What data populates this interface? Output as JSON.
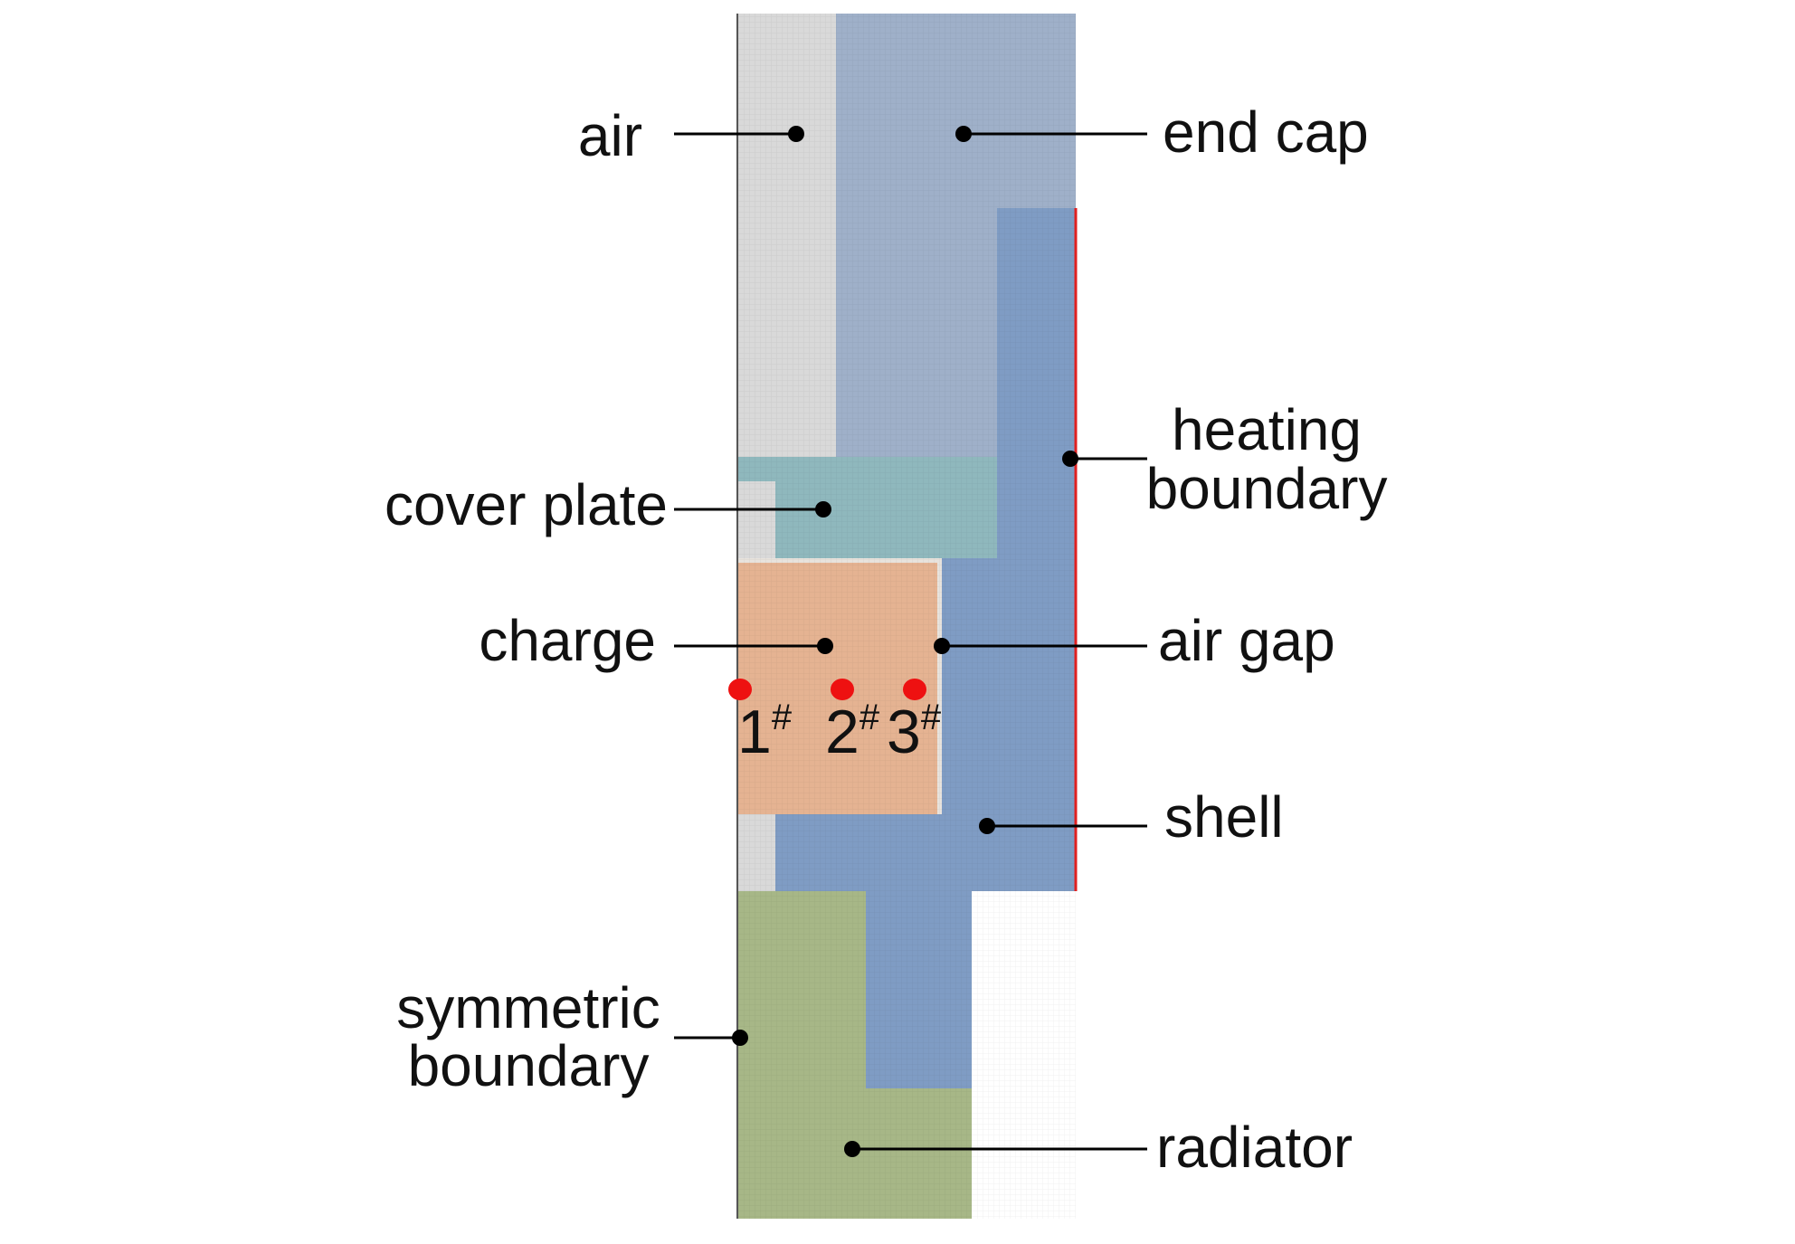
{
  "diagram": {
    "regions": {
      "air": {
        "color": "#d9d9d9"
      },
      "end_cap": {
        "color": "#9fb0c9"
      },
      "shell": {
        "color": "#7f9cc4"
      },
      "cover_plate": {
        "color": "#8fb8bd"
      },
      "charge": {
        "color": "#e5b392"
      },
      "air_gap": {
        "color": "#e8e3dd"
      },
      "radiator": {
        "color": "#a7b787"
      }
    },
    "heating_boundary_color": "#e02020",
    "callout_color": "#000000",
    "labels": {
      "air": "air",
      "end_cap": "end cap",
      "heating_boundary_line1": "heating",
      "heating_boundary_line2": "boundary",
      "cover_plate": "cover plate",
      "charge": "charge",
      "air_gap": "air gap",
      "shell": "shell",
      "symmetric_boundary_line1": "symmetric",
      "symmetric_boundary_line2": "boundary",
      "radiator": "radiator"
    },
    "measure_points": {
      "color": "#ee1111",
      "items": [
        {
          "number": "1",
          "mark": "#"
        },
        {
          "number": "2",
          "mark": "#"
        },
        {
          "number": "3",
          "mark": "#"
        }
      ]
    }
  }
}
